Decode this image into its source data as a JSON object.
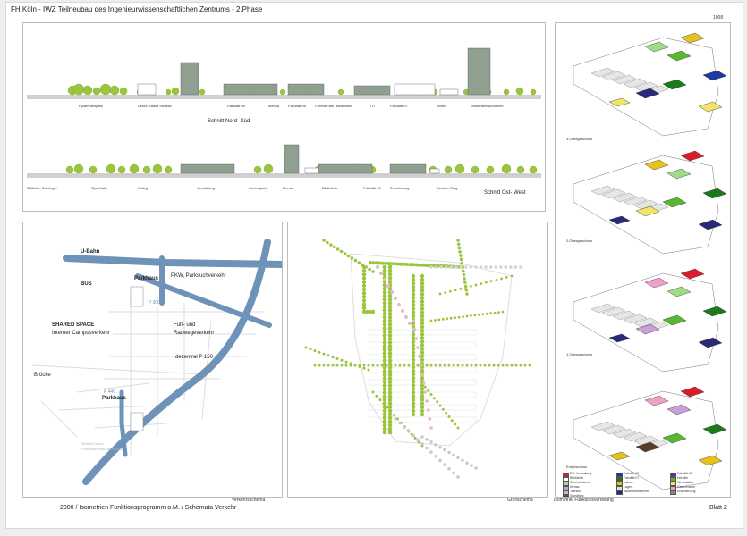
{
  "header": {
    "title": "FH Köln - IWZ Teilneubau des Ingenieurwissenschaftlichen Zentrums - 2.Phase",
    "sheet_code": "1008"
  },
  "section_ns": {
    "caption": "Schnitt Nord- Süd",
    "labels": [
      "Pyramidenpark",
      "Deutz-Kalker Strasse",
      "Fakultät 09",
      "Mensa",
      "Fakultät 08",
      "CentralPark",
      "Bibliothek",
      "ITT",
      "Fakultät 07",
      "Annex",
      "Studentenwohnheim"
    ]
  },
  "section_ow": {
    "caption": "Schnitt Ost- West",
    "labels": [
      "Östlicher Zubringer",
      "Sporthalle",
      "Kolleg",
      "Verwaltung",
      "Centralpark",
      "Mensa",
      "Bibliothek",
      "Fakultät 09",
      "Erweiterung",
      "Deutzer Ring"
    ]
  },
  "traffic": {
    "caption": "Verkehrsschema",
    "u_bahn": "U-Bahn",
    "bus": "BUS",
    "parkhaus_top": "Parkhaus",
    "pkw": "PKW, Parksuchverkehr",
    "p300": "P 300",
    "shared_space": "SHARED SPACE",
    "campus": "Interner Campusverkehr",
    "fuss": "Fuß- und",
    "rad": "Radwegeverkehr",
    "dezentral": "dezentral P 150",
    "bruecke": "Brücke",
    "p440": "P 440",
    "parkhaus_bottom": "Parkhaus",
    "intern1": "Verkehr intern",
    "intern2": "Fahrräder Neu-Bleienburg"
  },
  "green": {
    "caption": "Grünschema"
  },
  "iso": {
    "caption": "Isometrie/ Funktionsverteilung",
    "floor_labels": [
      "3.Obergeschoss",
      "2.Obergeschoss",
      "1.Obergeschoss",
      "Erdgeschoss"
    ],
    "legend": [
      {
        "color": "#d81e2b",
        "text": "EG: Verwaltung"
      },
      {
        "color": "#1e3a9e",
        "text": "Fakultät 09"
      },
      {
        "color": "#6a2ca0",
        "text": "Fakultät 08"
      },
      {
        "color": "#ffffff",
        "text": "Bibliothek"
      },
      {
        "color": "#1c7a1c",
        "text": "Fakultät 07"
      },
      {
        "color": "#58b82e",
        "text": "Hörsäle"
      },
      {
        "color": "#9fdc8a",
        "text": "Seminarräume"
      },
      {
        "color": "#e6c21e",
        "text": "Labore"
      },
      {
        "color": "#f2e46a",
        "text": "Werkstätten"
      },
      {
        "color": "#c8a0d8",
        "text": "Mensa"
      },
      {
        "color": "#e0e0e0",
        "text": "Lager"
      },
      {
        "color": "#f0a0c8",
        "text": "Gastronomie"
      },
      {
        "color": "#c0c0c0",
        "text": "Technik"
      },
      {
        "color": "#2a2a7a",
        "text": "Studentenwohnen"
      },
      {
        "color": "#888888",
        "text": "Erschließung"
      },
      {
        "color": "#5a3a2a",
        "text": "Sonstiges"
      }
    ]
  },
  "footer": {
    "left": "2000 /  Isometrien Funktionsprogramm o.M. / Schemata Verkehr",
    "right": "Blatt 2"
  },
  "colors": {
    "green": "#9bc53d",
    "road": "#6f93b8",
    "ground": "#cfcfcf",
    "building": "#7c8a7c"
  }
}
